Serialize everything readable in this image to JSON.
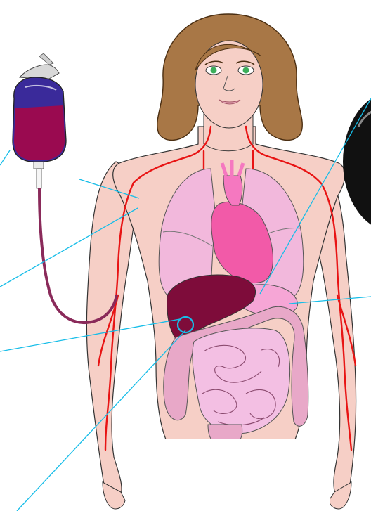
{
  "diagram": {
    "icons": {
      "body": "female-body-figure",
      "iv_bag": "iv-bag-icon",
      "liver": "liver",
      "heart": "heart",
      "lungs": "lungs",
      "intestines": "intestines",
      "stomach": "stomach",
      "arteries": "arteries",
      "dark_circle": "cropped-dark-circle"
    },
    "colors": {
      "skin": "#f6cfc6",
      "hair": "#a87746",
      "artery": "#e81414",
      "lung": "#f2b8dc",
      "heart": "#f25aa8",
      "liver": "#7e0c3a",
      "intestine": "#f3bfe3",
      "colon": "#e8a8c8",
      "iv_fluid": "#9a0a50",
      "iv_bag": "#3a2a9a",
      "tube": "#8a2a5a",
      "leader_line": "#16bde8",
      "marker": "#16bde8"
    }
  }
}
